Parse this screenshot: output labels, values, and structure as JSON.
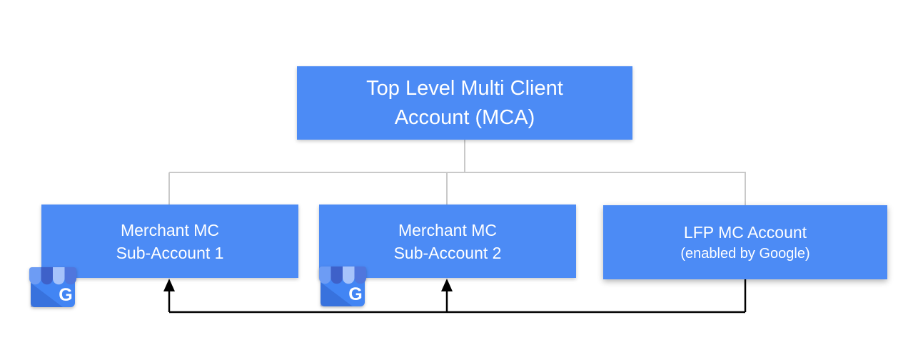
{
  "diagram": {
    "type": "org-hierarchy",
    "root": {
      "label_line1": "Top Level Multi Client",
      "label_line2": "Account (MCA)"
    },
    "children": [
      {
        "label_line1": "Merchant MC",
        "label_line2": "Sub-Account 1",
        "icon": "google-my-business-storefront-icon"
      },
      {
        "label_line1": "Merchant MC",
        "label_line2": "Sub-Account 2",
        "icon": "google-my-business-storefront-icon"
      },
      {
        "label_line1": "LFP MC Account",
        "label_line2": "(enabled by Google)",
        "icon": null
      }
    ],
    "relationships": {
      "tree": "root connects down to all three child accounts",
      "arrows": "black arrows from LFP MC Account bottom pointing up into Sub-Account 1 and Sub-Account 2"
    },
    "colors": {
      "node_fill_color": "#4c8bf5",
      "node_text_color": "#ffffff",
      "tree_line_color": "#c9c9c9",
      "arrow_color": "#000000",
      "icon_body_color": "#4285f4",
      "icon_awning_colors": [
        "#6d9cf4",
        "#3e61c9",
        "#a6c3fb",
        "#5076dd"
      ]
    },
    "icon_letter": "G"
  }
}
